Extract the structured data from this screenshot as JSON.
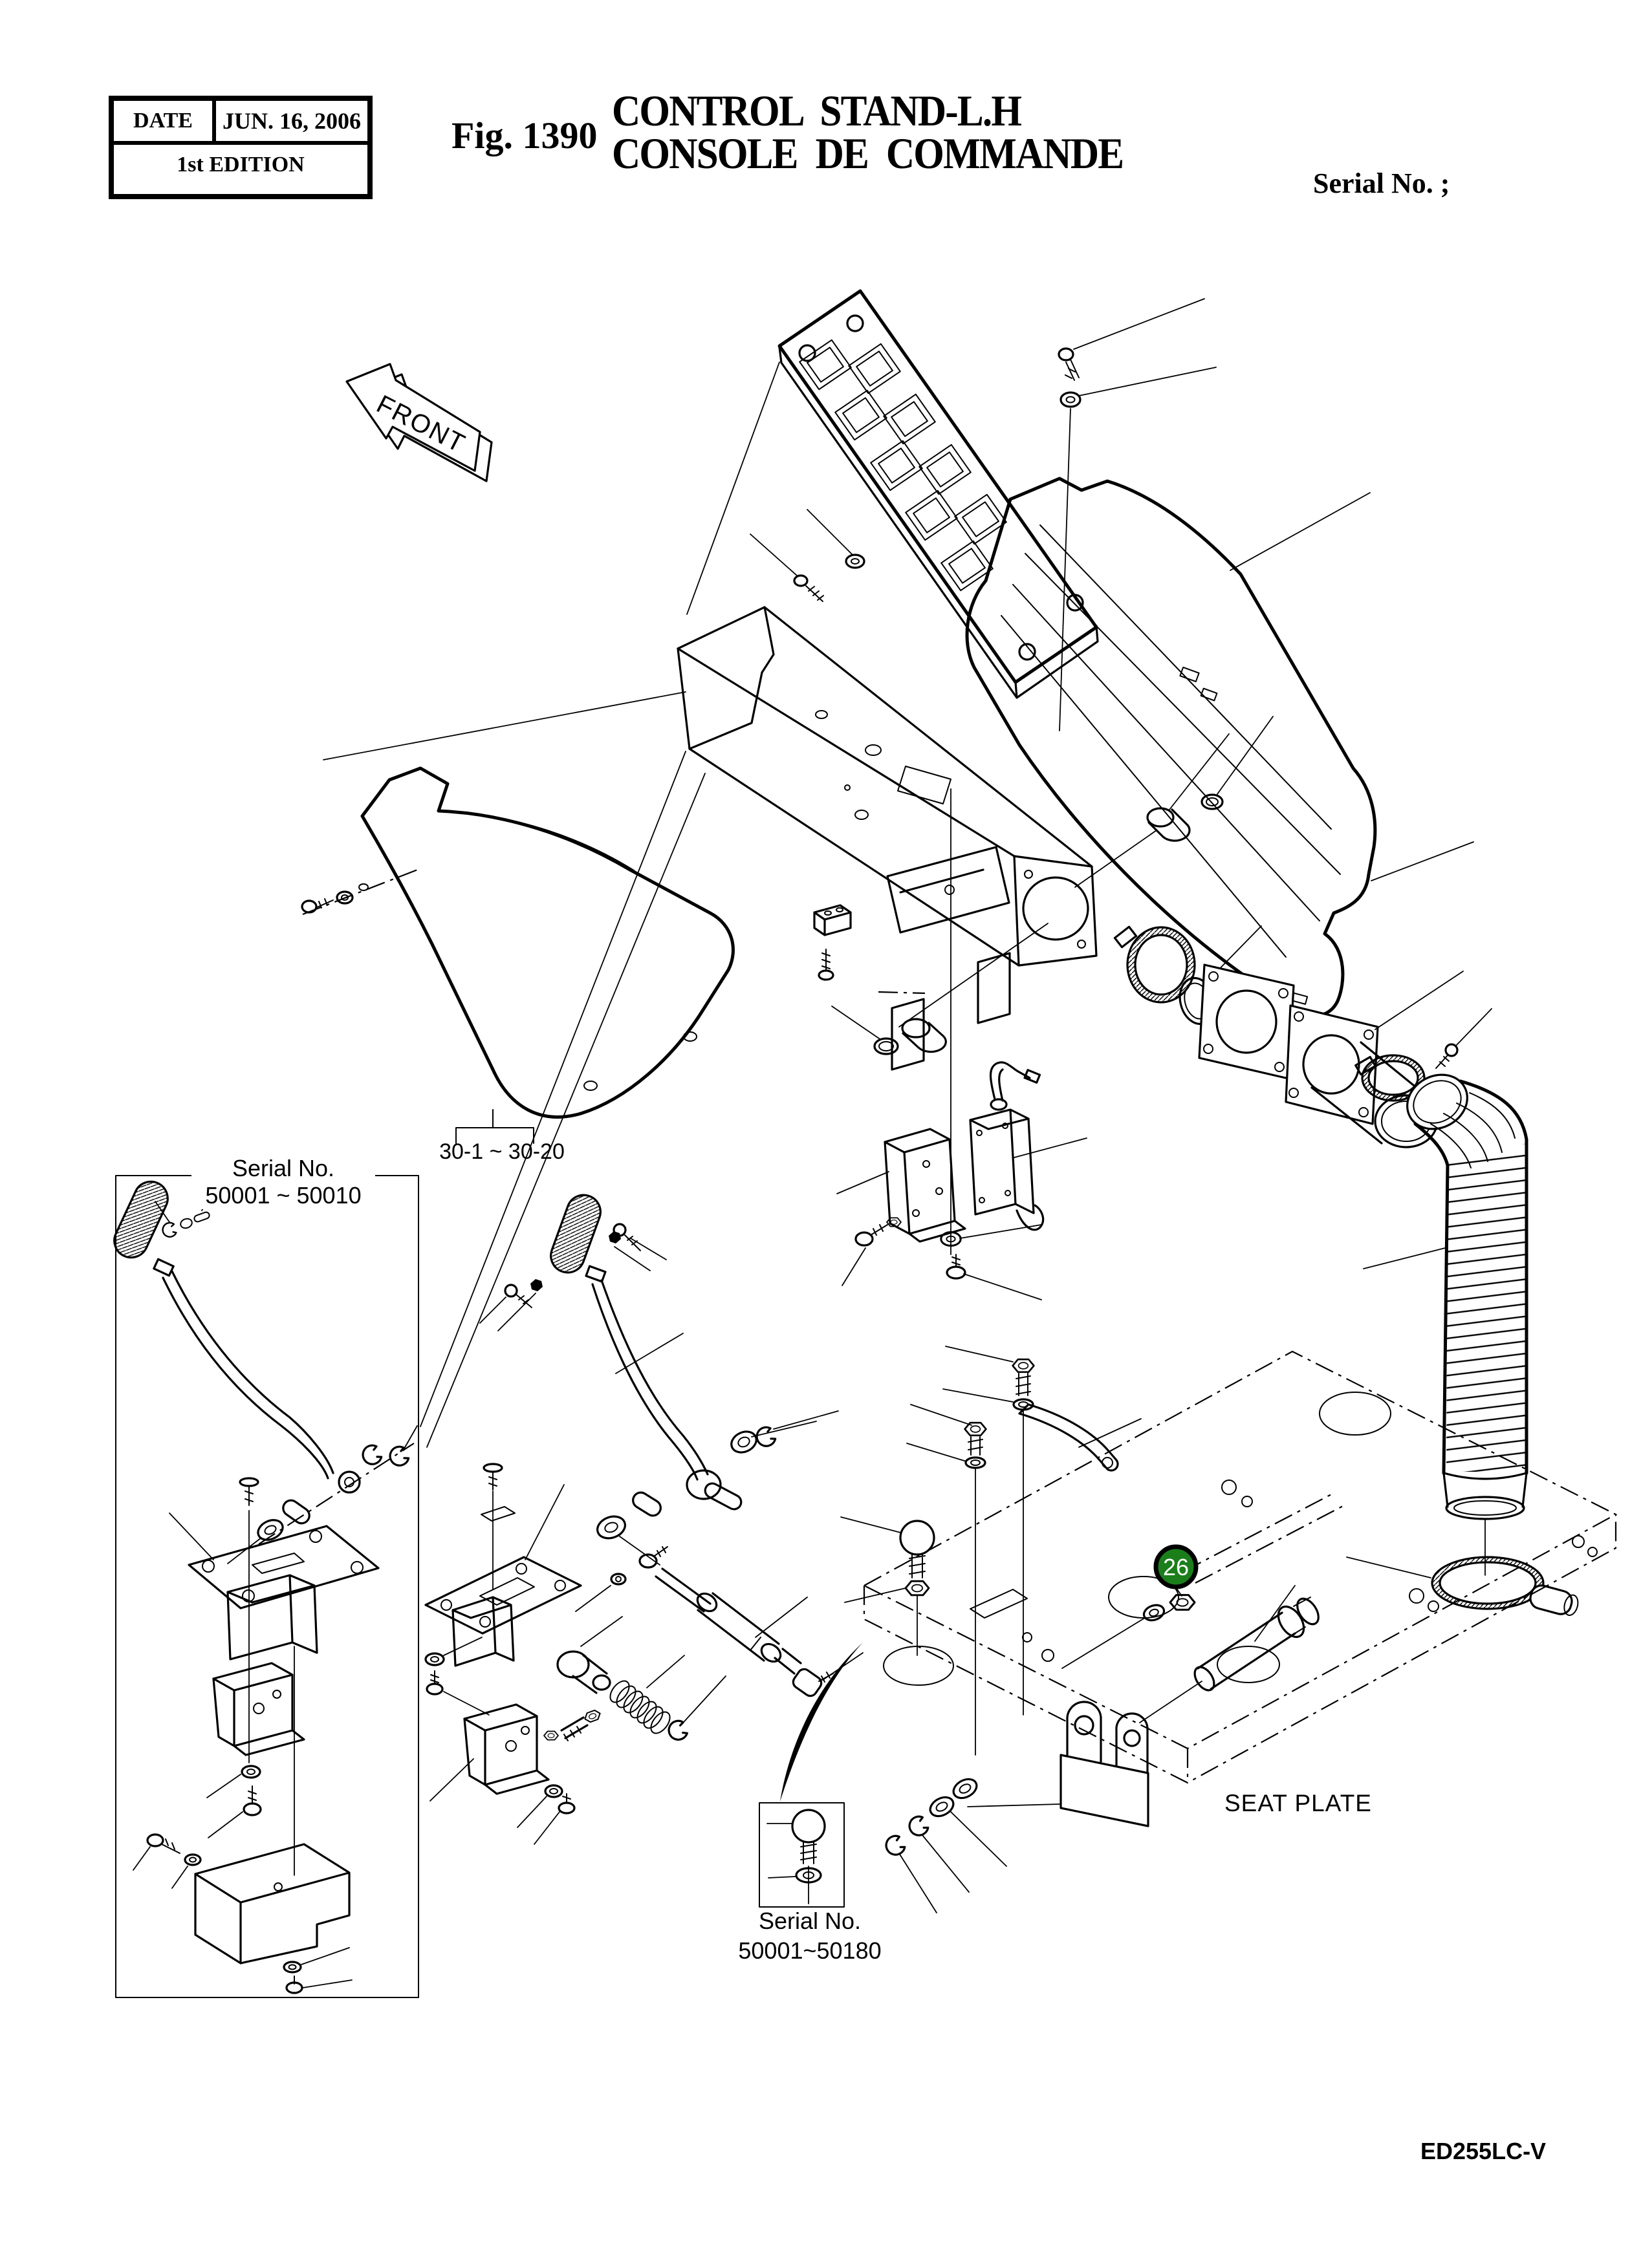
{
  "header": {
    "date_label": "DATE",
    "date_value": "JUN. 16, 2006",
    "edition": "1st EDITION",
    "fig_label": "Fig. 1390",
    "title_line1": "CONTROL STAND-L.H",
    "title_line2": "CONSOLE DE COMMANDE",
    "serial_note": "Serial No. ;"
  },
  "diagram": {
    "front_label": "FRONT",
    "group_range_label": "30-1 ~ 30-20",
    "seat_plate_label": "SEAT PLATE",
    "left_inset": {
      "serial_label": "Serial No.",
      "serial_range": "50001 ~ 50010"
    },
    "bottom_inset": {
      "serial_label": "Serial No.",
      "serial_range": "50001~50180"
    },
    "callout_26": {
      "number": "26",
      "fill": "#1b7e1b"
    }
  },
  "footer": {
    "doc_code": "ED255LC-V"
  }
}
